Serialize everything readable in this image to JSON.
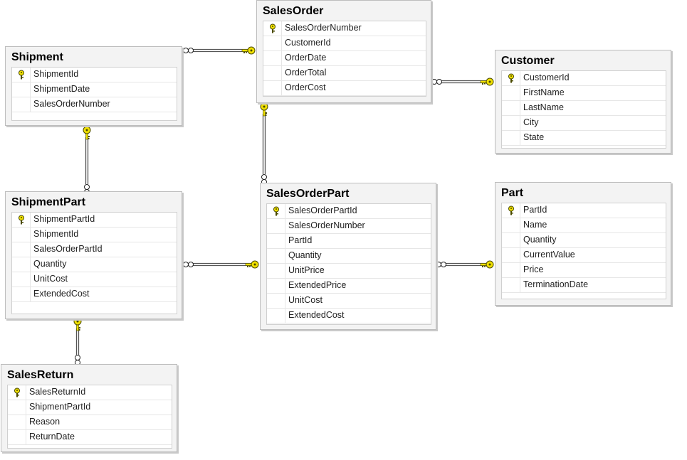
{
  "colors": {
    "key_fill": "#f0e000",
    "key_stroke": "#4a4a00",
    "line": "#555555"
  },
  "tables": {
    "salesorder": {
      "title": "SalesOrder",
      "columns": [
        {
          "name": "SalesOrderNumber",
          "pk": true
        },
        {
          "name": "CustomerId"
        },
        {
          "name": "OrderDate"
        },
        {
          "name": "OrderTotal"
        },
        {
          "name": "OrderCost"
        }
      ]
    },
    "shipment": {
      "title": "Shipment",
      "columns": [
        {
          "name": "ShipmentId",
          "pk": true
        },
        {
          "name": "ShipmentDate"
        },
        {
          "name": "SalesOrderNumber"
        }
      ]
    },
    "customer": {
      "title": "Customer",
      "columns": [
        {
          "name": "CustomerId",
          "pk": true
        },
        {
          "name": "FirstName"
        },
        {
          "name": "LastName"
        },
        {
          "name": "City"
        },
        {
          "name": "State"
        }
      ]
    },
    "shipmentpart": {
      "title": "ShipmentPart",
      "columns": [
        {
          "name": "ShipmentPartId",
          "pk": true
        },
        {
          "name": "ShipmentId"
        },
        {
          "name": "SalesOrderPartId"
        },
        {
          "name": "Quantity"
        },
        {
          "name": "UnitCost"
        },
        {
          "name": "ExtendedCost"
        }
      ]
    },
    "salesorderpart": {
      "title": "SalesOrderPart",
      "columns": [
        {
          "name": "SalesOrderPartId",
          "pk": true
        },
        {
          "name": "SalesOrderNumber"
        },
        {
          "name": "PartId"
        },
        {
          "name": "Quantity"
        },
        {
          "name": "UnitPrice"
        },
        {
          "name": "ExtendedPrice"
        },
        {
          "name": "UnitCost"
        },
        {
          "name": "ExtendedCost"
        }
      ]
    },
    "part": {
      "title": "Part",
      "columns": [
        {
          "name": "PartId",
          "pk": true
        },
        {
          "name": "Name"
        },
        {
          "name": "Quantity"
        },
        {
          "name": "CurrentValue"
        },
        {
          "name": "Price"
        },
        {
          "name": "TerminationDate"
        }
      ]
    },
    "salesreturn": {
      "title": "SalesReturn",
      "columns": [
        {
          "name": "SalesReturnId",
          "pk": true
        },
        {
          "name": "ShipmentPartId"
        },
        {
          "name": "Reason"
        },
        {
          "name": "ReturnDate"
        }
      ]
    }
  },
  "relationships": [
    {
      "name": "shipment-to-salesorder",
      "one": "salesorder",
      "many": "shipment"
    },
    {
      "name": "salesorder-to-customer",
      "one": "customer",
      "many": "salesorder"
    },
    {
      "name": "salesorder-to-salesorderpart",
      "one": "salesorder",
      "many": "salesorderpart"
    },
    {
      "name": "shipment-to-shipmentpart",
      "one": "shipment",
      "many": "shipmentpart"
    },
    {
      "name": "shipmentpart-to-salesorderpart",
      "one": "salesorderpart",
      "many": "shipmentpart"
    },
    {
      "name": "salesorderpart-to-part",
      "one": "part",
      "many": "salesorderpart"
    },
    {
      "name": "shipmentpart-to-salesreturn",
      "one": "shipmentpart",
      "many": "salesreturn"
    }
  ]
}
